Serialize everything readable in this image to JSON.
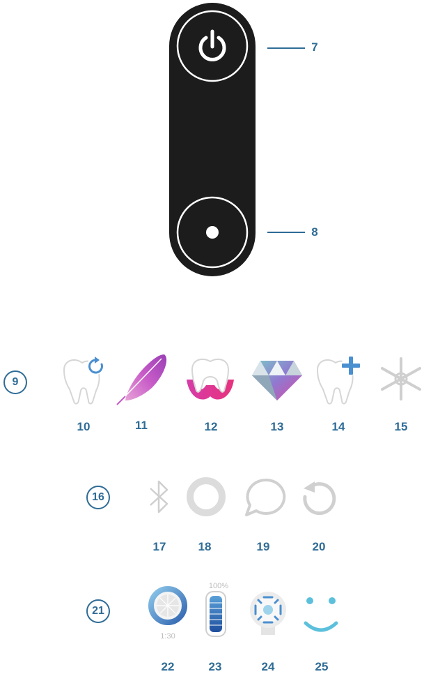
{
  "device": {
    "top_button_icon": "power-icon",
    "bottom_button_icon": "dot-icon",
    "top_callout": "7",
    "bottom_callout": "8"
  },
  "row1": {
    "group_label": "9",
    "items": [
      {
        "num": "10",
        "icon": "tooth-refresh-icon"
      },
      {
        "num": "11",
        "icon": "feather-icon"
      },
      {
        "num": "12",
        "icon": "gum-tooth-icon"
      },
      {
        "num": "13",
        "icon": "diamond-icon"
      },
      {
        "num": "14",
        "icon": "tooth-plus-icon"
      },
      {
        "num": "15",
        "icon": "snowflake-icon"
      }
    ]
  },
  "row2": {
    "group_label": "16",
    "items": [
      {
        "num": "17",
        "icon": "bluetooth-icon"
      },
      {
        "num": "18",
        "icon": "ring-icon"
      },
      {
        "num": "19",
        "icon": "speech-bubble-icon"
      },
      {
        "num": "20",
        "icon": "replay-icon"
      }
    ]
  },
  "row3": {
    "group_label": "21",
    "items": [
      {
        "num": "22",
        "icon": "timer-icon",
        "caption": "1:30"
      },
      {
        "num": "23",
        "icon": "battery-icon",
        "caption": "100%"
      },
      {
        "num": "24",
        "icon": "brush-head-icon"
      },
      {
        "num": "25",
        "icon": "smiley-icon"
      }
    ]
  },
  "colors": {
    "label_blue": "#2f6c96",
    "device_body": "#1c1c1c",
    "icon_gray": "#d0d0d0",
    "accent_blue": "#4a8fd0",
    "magenta": "#e0329a"
  }
}
